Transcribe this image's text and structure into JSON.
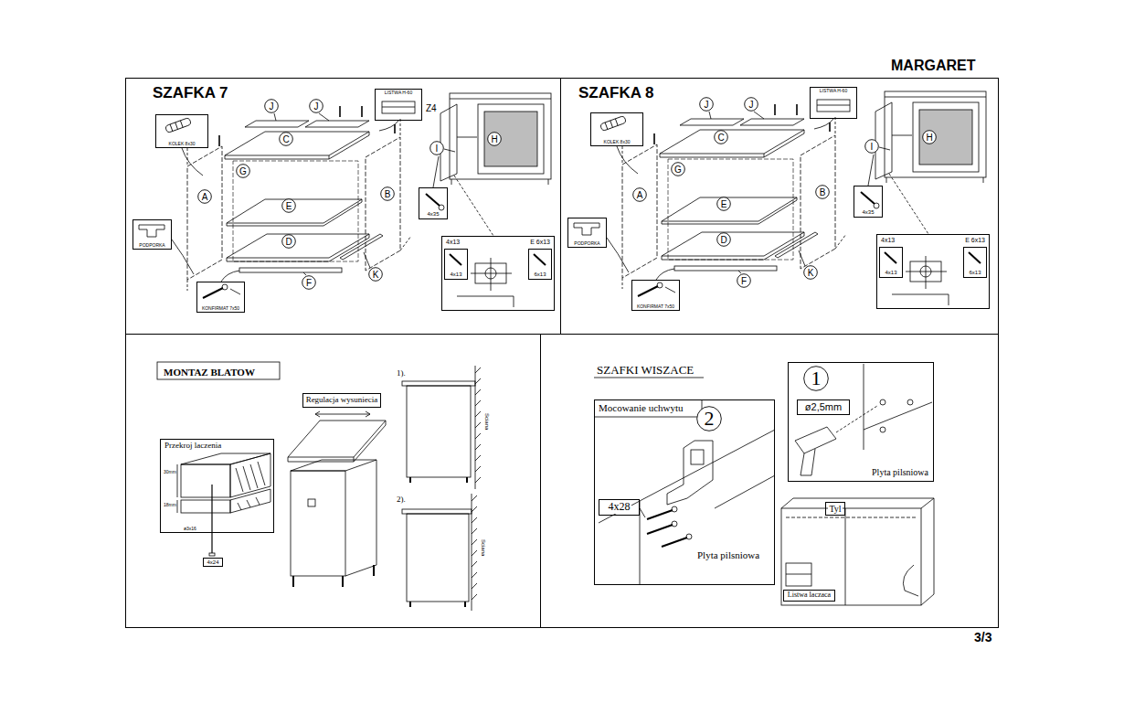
{
  "diagram": {
    "title": "MARGARET",
    "nodes": [
      {
        "text": [
          "SZAFKA 7"
        ]
      },
      {
        "text": [
          "SZAFKA 8"
        ]
      },
      {
        "text": [
          "MONTAZ BLATOW"
        ]
      },
      {
        "text": [
          "SZAFKI WISZACE"
        ]
      },
      {
        "text": [
          "J"
        ],
        "in": 0
      },
      {
        "text": [
          "J"
        ],
        "in": 0
      },
      {
        "text": [
          "C"
        ],
        "in": 0
      },
      {
        "text": [
          "G"
        ],
        "in": 0
      },
      {
        "text": [
          "A"
        ],
        "in": 0
      },
      {
        "text": [
          "E"
        ],
        "in": 0
      },
      {
        "text": [
          "B"
        ],
        "in": 0
      },
      {
        "text": [
          "D"
        ],
        "in": 0
      },
      {
        "text": [
          "F"
        ],
        "in": 0
      },
      {
        "text": [
          "K"
        ],
        "in": 0
      },
      {
        "text": [
          "H"
        ],
        "in": 0
      },
      {
        "text": [
          "I"
        ],
        "in": 0
      },
      {
        "text": [
          "KOLEK 8x30"
        ],
        "in": 0
      },
      {
        "text": [
          "LISTWA H-60"
        ],
        "in": 0
      },
      {
        "text": [
          "PODPORKA"
        ],
        "in": 0
      },
      {
        "text": [
          "KONFIRMAT 7x50"
        ],
        "in": 0
      },
      {
        "text": [
          "4x35"
        ],
        "in": 0
      },
      {
        "text": [
          "4x13",
          "E 6x13"
        ],
        "in": 0
      },
      {
        "text": [
          "4x13"
        ],
        "in": 21
      },
      {
        "text": [
          "6x13"
        ],
        "in": 21
      },
      {
        "text": [
          "J"
        ],
        "in": 1
      },
      {
        "text": [
          "J"
        ],
        "in": 1
      },
      {
        "text": [
          "C"
        ],
        "in": 1
      },
      {
        "text": [
          "G"
        ],
        "in": 1
      },
      {
        "text": [
          "A"
        ],
        "in": 1
      },
      {
        "text": [
          "E"
        ],
        "in": 1
      },
      {
        "text": [
          "B"
        ],
        "in": 1
      },
      {
        "text": [
          "D"
        ],
        "in": 1
      },
      {
        "text": [
          "F"
        ],
        "in": 1
      },
      {
        "text": [
          "K"
        ],
        "in": 1
      },
      {
        "text": [
          "H"
        ],
        "in": 1
      },
      {
        "text": [
          "I"
        ],
        "in": 1
      },
      {
        "text": [
          "KOLEK 8x30"
        ],
        "in": 1
      },
      {
        "text": [
          "LISTWA H-60"
        ],
        "in": 1
      },
      {
        "text": [
          "PODPORKA"
        ],
        "in": 1
      },
      {
        "text": [
          "KONFIRMAT 7x50"
        ],
        "in": 1
      },
      {
        "text": [
          "4x35"
        ],
        "in": 1
      },
      {
        "text": [
          "4x13",
          "E 6x13"
        ],
        "in": 1
      },
      {
        "text": [
          "4x13"
        ],
        "in": 41
      },
      {
        "text": [
          "6x13"
        ],
        "in": 41
      },
      {
        "text": [
          "Przekroj laczenia"
        ],
        "in": 2
      },
      {
        "text": [
          "Regulacja wysuniecia"
        ],
        "in": 2
      },
      {
        "text": [
          "4x24"
        ],
        "in": 2
      },
      {
        "text": [
          "Mocowanie uchwytu"
        ],
        "in": 3
      },
      {
        "text": [
          "2"
        ],
        "in": 47
      },
      {
        "text": [
          "4x28"
        ],
        "in": 47
      },
      {
        "text": [
          "Plyta pilsniowa"
        ],
        "in": 3
      },
      {
        "text": [
          "1"
        ],
        "in": 50
      },
      {
        "text": [
          "ø2,5mm"
        ],
        "in": 50
      },
      {
        "text": [
          "Tyl"
        ],
        "in": 3
      },
      {
        "text": [
          "Listwa laczaca"
        ],
        "in": 3
      }
    ],
    "labels": [
      "Z4",
      "1).",
      "Sciana",
      "2).",
      "Sciana",
      "30mm",
      "18mm",
      "ø3x16",
      "Plyta pilsniowa",
      "3/3"
    ]
  }
}
